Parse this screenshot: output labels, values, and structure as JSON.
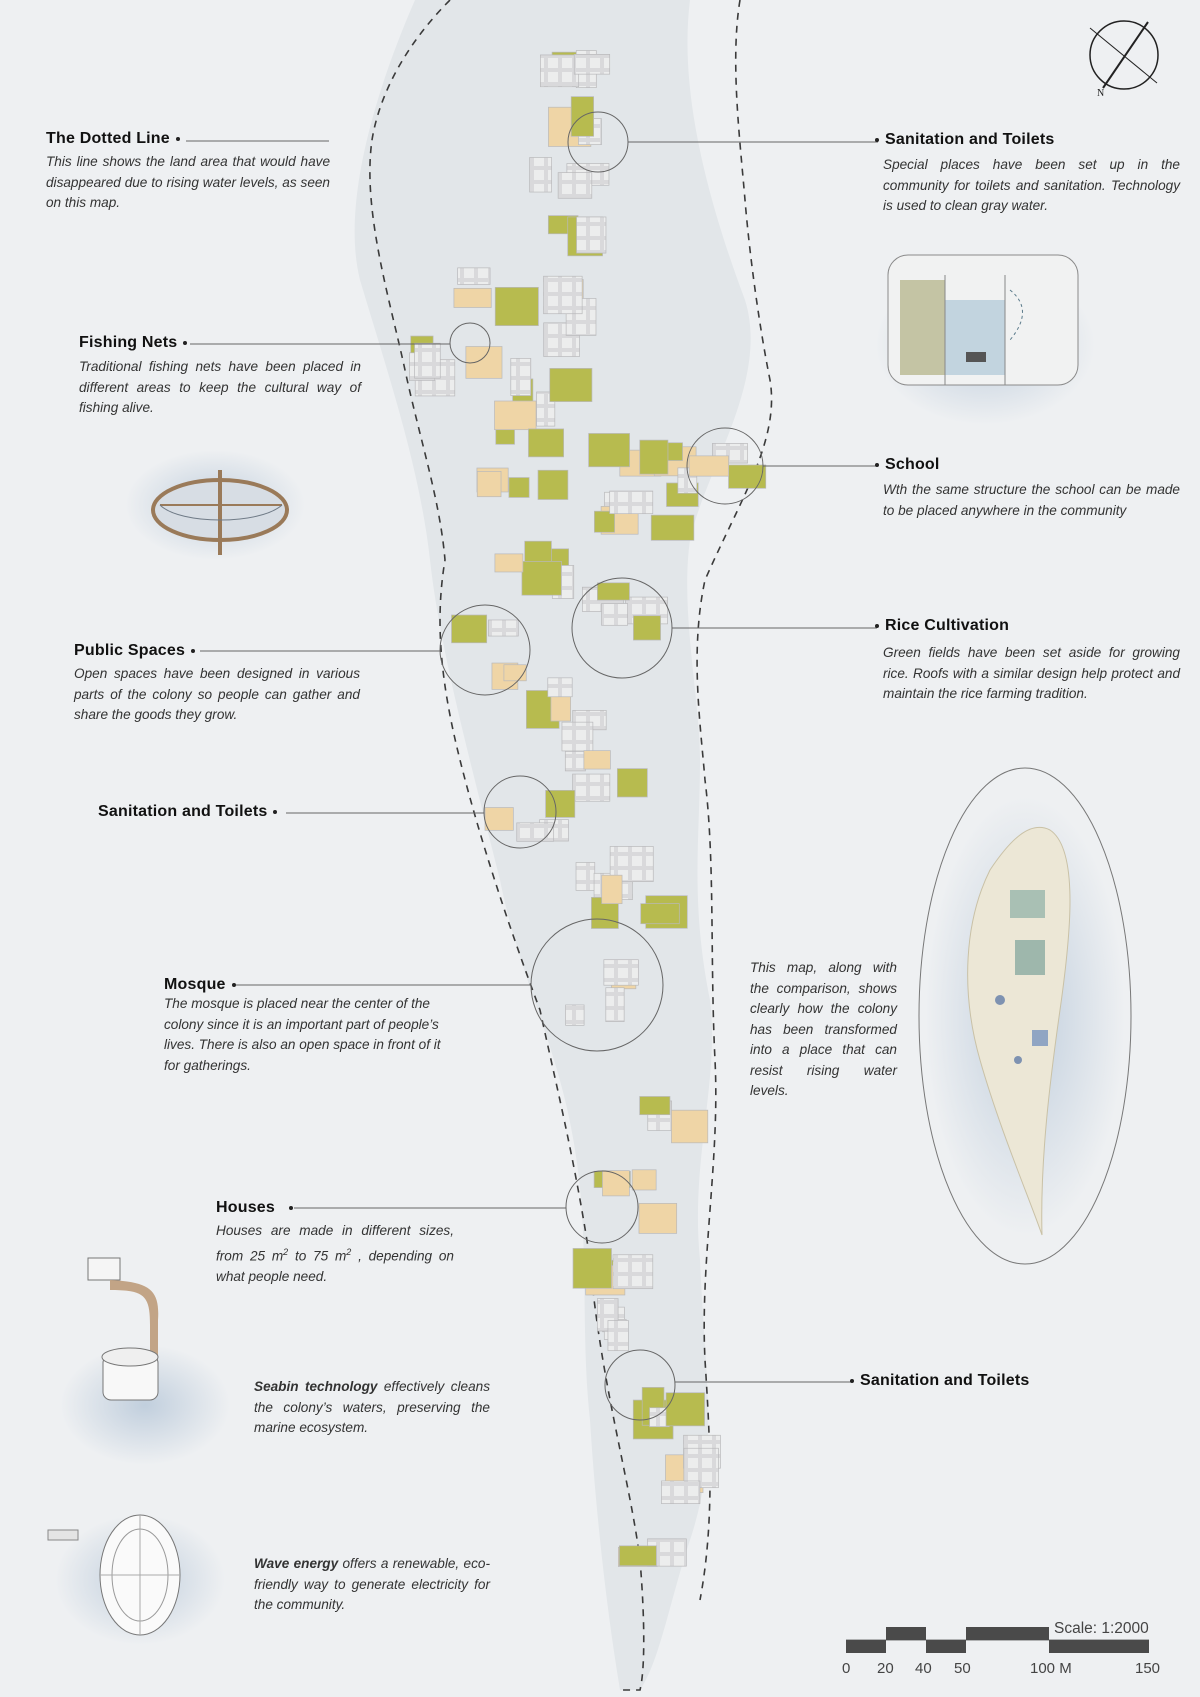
{
  "colors": {
    "background": "#eef0f2",
    "island": "#e3e6e8",
    "roof_green": "#b7bb4f",
    "roof_tan": "#efd5a6",
    "platform": "#d4d4d6",
    "water_wash": "#c9d6e2"
  },
  "compass": {
    "north_label": "N"
  },
  "annotations": {
    "dotted_line": {
      "title": "The Dotted Line",
      "text": "This line shows the land area that would have disappeared due to rising water levels, as seen on this map."
    },
    "sanitation_top": {
      "title": "Sanitation and Toilets",
      "text": "Special places have been set up in the community for toilets and sanitation. Technology is used to clean gray water."
    },
    "fishing_nets": {
      "title": "Fishing Nets",
      "text": "Traditional fishing nets have been placed in different areas to keep the cultural way of fishing alive."
    },
    "school": {
      "title": "School",
      "text": "Wth the same structure the school can be made to be placed anywhere in the community"
    },
    "public_spaces": {
      "title": "Public Spaces",
      "text": "Open spaces have been designed in various parts of the colony so people can gather and share the goods they grow."
    },
    "rice": {
      "title": "Rice Cultivation",
      "text": "Green fields have been set aside for growing rice. Roofs with a similar design help protect and maintain the rice farming tradition."
    },
    "sanitation_mid": {
      "title": "Sanitation and Toilets"
    },
    "mosque": {
      "title": "Mosque",
      "text": "The mosque is placed near the center of the colony since it is an important part of people’s lives. There is also an open space in front of it for gatherings."
    },
    "comparison": {
      "text": "This map, along with the comparison, shows clearly how the colony has been transformed into a place that can resist rising water levels."
    },
    "houses": {
      "title": "Houses",
      "text_a": "Houses are made in different sizes, from 25 m",
      "sup_a": "2",
      "text_b": " to 75 m",
      "sup_b": "2",
      "text_c": " , depending on what people need."
    },
    "sanitation_bottom": {
      "title": "Sanitation and Toilets"
    },
    "seabin": {
      "bold": "Seabin technology",
      "text": " effectively cleans the colony’s waters, preserving the marine ecosystem."
    },
    "wave": {
      "bold": "Wave energy",
      "text": " offers a renewable, eco-friendly way to generate electricity for the community."
    }
  },
  "scale_bar": {
    "title": "Scale: 1:2000",
    "labels": [
      "0",
      "20",
      "40",
      "50",
      "100 M",
      "150"
    ]
  }
}
